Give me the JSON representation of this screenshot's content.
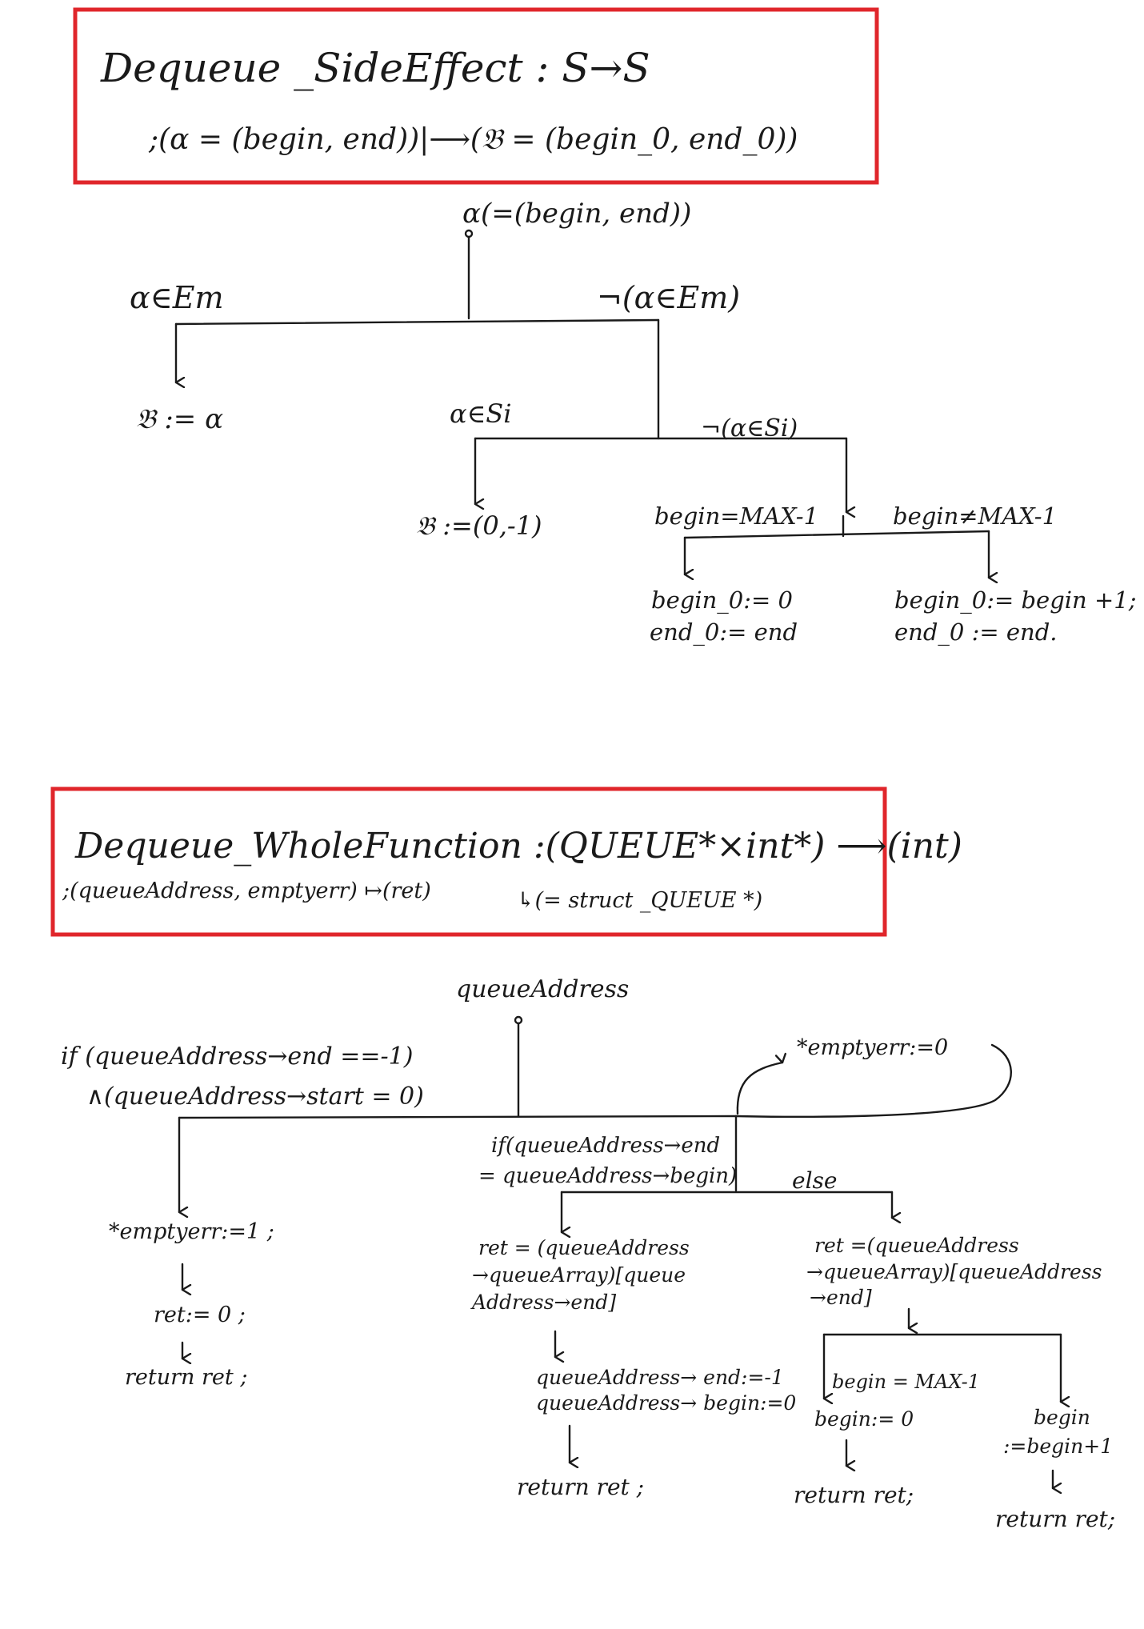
{
  "side_effect": {
    "title": "Dequeue _SideEffect : S→S",
    "mapping": ";(α = (begin, end))|⟶(𝔅 = (begin_0, end_0))",
    "root": "α(=(begin, end))",
    "left_cond": "α∈Em",
    "right_cond": "¬(α∈Em)",
    "left_result": "𝔅 := α",
    "mid_cond": "α∈Si",
    "not_mid_cond": "¬(α∈Si)",
    "mid_result": "𝔅 :=(0,-1)",
    "begin_eq": "begin=MAX-1",
    "begin_neq": "begin≠MAX-1",
    "leaf_a_line1": "begin_0:= 0",
    "leaf_a_line2": "end_0:= end",
    "leaf_b_line1": "begin_0:= begin +1;",
    "leaf_b_line2": "end_0 := end."
  },
  "whole_function": {
    "title": "Dequeue_WholeFunction :(QUEUE*×int*) ⟶(int)",
    "mapping": ";(queueAddress, emptyerr) ↦(ret)",
    "type_note": "↳(= struct _QUEUE *)",
    "root": "queueAddress",
    "cond1_line1": "if (queueAddress→end ==-1)",
    "cond1_line2": "∧(queueAddress→start = 0)",
    "loop_label": "*emptyerr:=0",
    "cond2_line1": "if(queueAddress→end",
    "cond2_line2": "= queueAddress→begin)",
    "else_label": "else",
    "l1": "*emptyerr:=1 ;",
    "l2": "ret:= 0 ;",
    "l3": "return ret ;",
    "m1_line1": "ret = (queueAddress",
    "m1_line2": "→queueArray)[queue",
    "m1_line3": "Address→end]",
    "m2_line1": "queueAddress→ end:=-1",
    "m2_line2": "queueAddress→ begin:=0",
    "m3": "return ret ;",
    "r1_line1": "ret =(queueAddress",
    "r1_line2": "→queueArray)[queueAddress",
    "r1_line3": "→end]",
    "r_cond": "begin = MAX-1",
    "r_left1": "begin:= 0",
    "r_left2": "return ret;",
    "r_right1_line1": "begin",
    "r_right1_line2": ":=begin+1",
    "r_right2": "return ret;"
  }
}
